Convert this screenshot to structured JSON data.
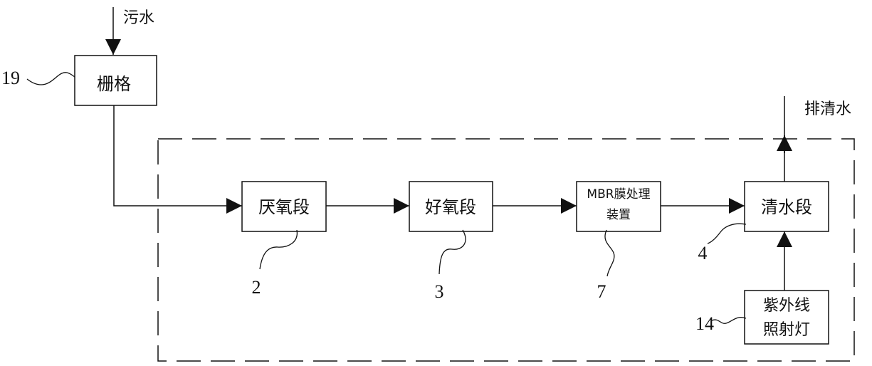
{
  "diagram": {
    "inputs": {
      "sewage": "污水",
      "discharge": "排清水"
    },
    "nodes": {
      "grid": "栅格",
      "anaerobic": "厌氧段",
      "aerobic": "好氧段",
      "mbr_line1": "MBR膜处理",
      "mbr_line2": "装置",
      "clear_water": "清水段",
      "uv_line1": "紫外线",
      "uv_line2": "照射灯"
    },
    "labels": {
      "grid": "19",
      "anaerobic": "2",
      "aerobic": "3",
      "mbr": "7",
      "clear_water": "4",
      "uv": "14"
    },
    "colors": {
      "stroke": "#111111",
      "background": "#ffffff"
    }
  }
}
